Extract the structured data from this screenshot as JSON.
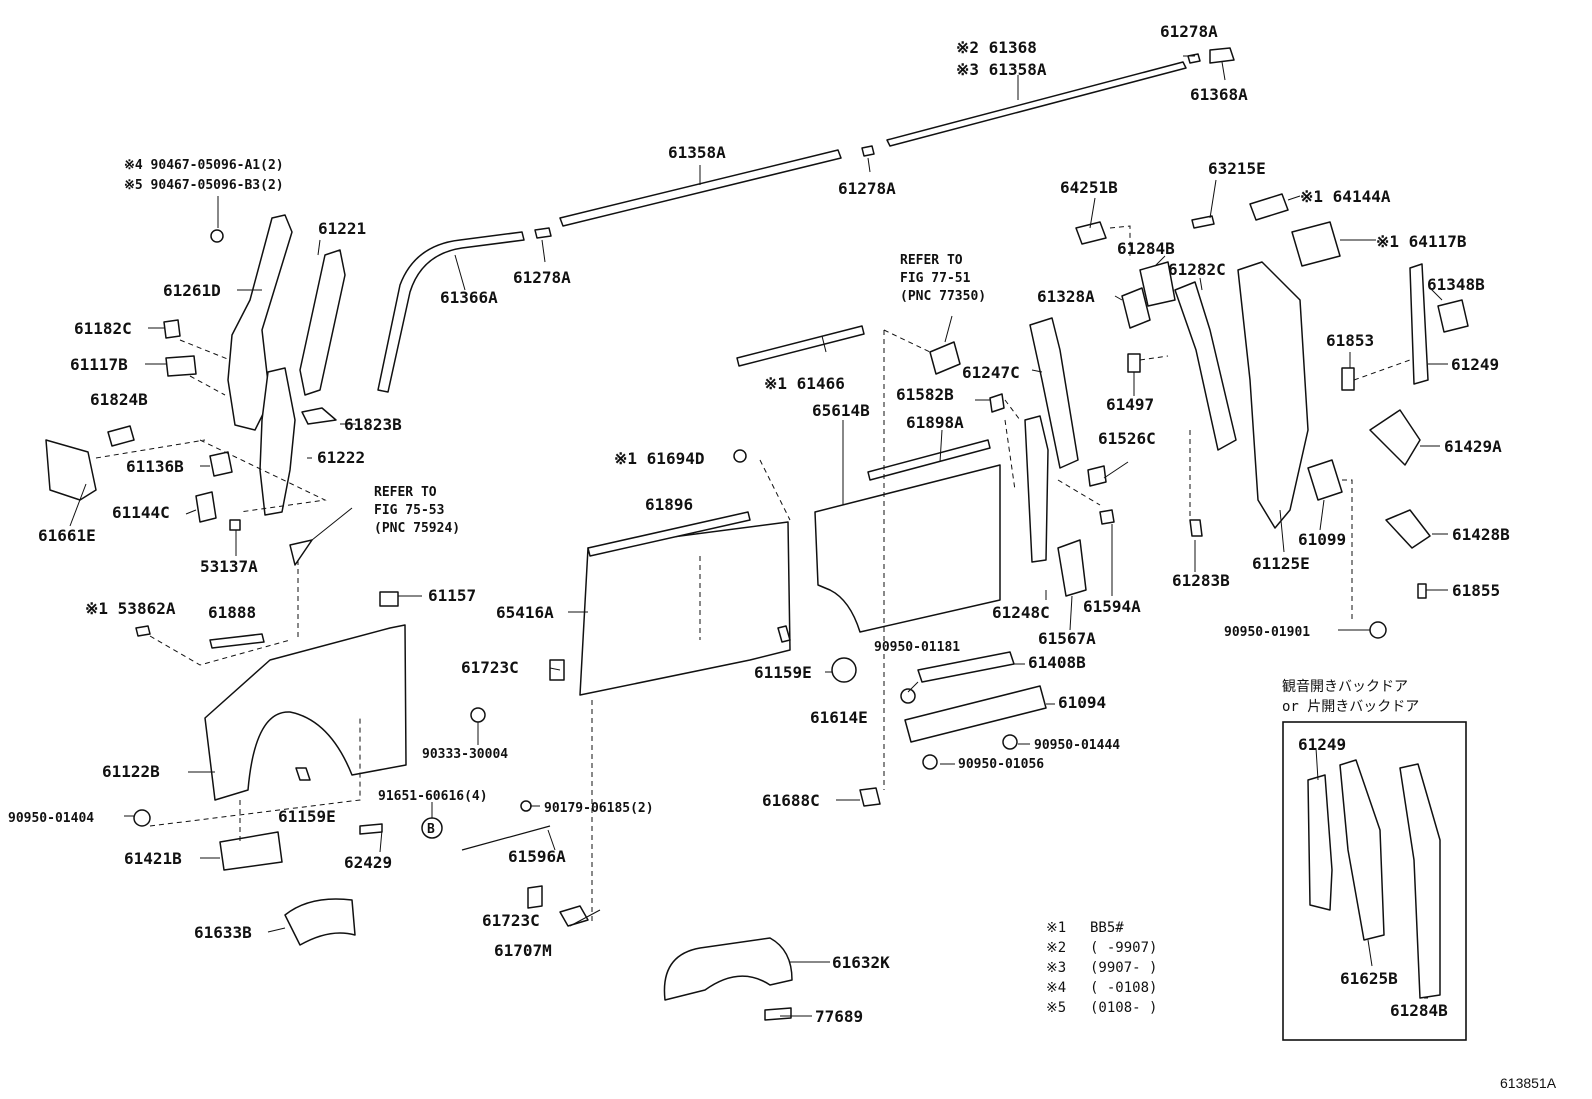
{
  "labels": {
    "p61278A_top": "61278A",
    "p61368": "※2 61368",
    "p61358A_top": "※3 61358A",
    "p61368A": "61368A",
    "p61358A": "61358A",
    "p61278A_mid": "61278A",
    "p90467_A1": "※4  90467-05096-A1(2)",
    "p90467_B3": "※5  90467-05096-B3(2)",
    "p61221": "61221",
    "p61261D": "61261D",
    "p61366A": "61366A",
    "p61278A_low": "61278A",
    "p61182C": "61182C",
    "p61117B": "61117B",
    "p61824B": "61824B",
    "p61823B": "61823B",
    "p61222": "61222",
    "p61136B": "61136B",
    "p61144C": "61144C",
    "p61661E": "61661E",
    "p53137A": "53137A",
    "p63215E": "63215E",
    "p64251B": "64251B",
    "p64144A": "※1 64144A",
    "p64117B": "※1 64117B",
    "p61284B_top": "61284B",
    "p61282C": "61282C",
    "p61328A": "61328A",
    "p61348B": "61348B",
    "p61853": "61853",
    "p61249_right": "61249",
    "p61247C": "61247C",
    "p61582B": "61582B",
    "p61497": "61497",
    "p61466": "※1 61466",
    "p65614B": "65614B",
    "p61898A": "61898A",
    "p61526C": "61526C",
    "p61429A": "61429A",
    "p61694D": "※1 61694D",
    "p61896": "61896",
    "p61099": "61099",
    "p61428B": "61428B",
    "p61125E": "61125E",
    "p61283B": "61283B",
    "p61855": "61855",
    "p53862A": "※1 53862A",
    "p61888": "61888",
    "p61157": "61157",
    "p65416A": "65416A",
    "p61248C": "61248C",
    "p61594A": "61594A",
    "p90950_01901": "90950-01901",
    "p61567A": "61567A",
    "p90950_01181": "90950-01181",
    "p61408B": "61408B",
    "p61723C_mid": "61723C",
    "p61159E_mid": "61159E",
    "p61094": "61094",
    "p61614E": "61614E",
    "p90333": "90333-30004",
    "p90950_01444": "90950-01444",
    "p90950_01056": "90950-01056",
    "p61122B": "61122B",
    "p91651": "91651-60616(4)",
    "p90179": "90179-06185(2)",
    "p61688C": "61688C",
    "p90950_01404": "90950-01404",
    "p61159E_low": "61159E",
    "p61596A": "61596A",
    "p61421B": "61421B",
    "p62429": "62429",
    "p61723C_low": "61723C",
    "p61707M": "61707M",
    "p61633B": "61633B",
    "p61632K": "61632K",
    "p77689": "77689",
    "circle_b": "B",
    "p61249_box": "61249",
    "p61625B": "61625B",
    "p61284B_box": "61284B"
  },
  "refer_to": [
    [
      "REFER TO",
      "FIG 75-53",
      "(PNC 75924)"
    ],
    [
      "REFER TO",
      "FIG 77-51",
      "(PNC 77350)"
    ]
  ],
  "box_title": [
    "観音開きバックドア",
    "or 片開きバックドア"
  ],
  "notes": [
    [
      "※1",
      "BB5#"
    ],
    [
      "※2",
      "(      -9907)"
    ],
    [
      "※3",
      "(9907-      )"
    ],
    [
      "※4",
      "(      -0108)"
    ],
    [
      "※5",
      "(0108-      )"
    ]
  ],
  "figure_id": "613851A"
}
